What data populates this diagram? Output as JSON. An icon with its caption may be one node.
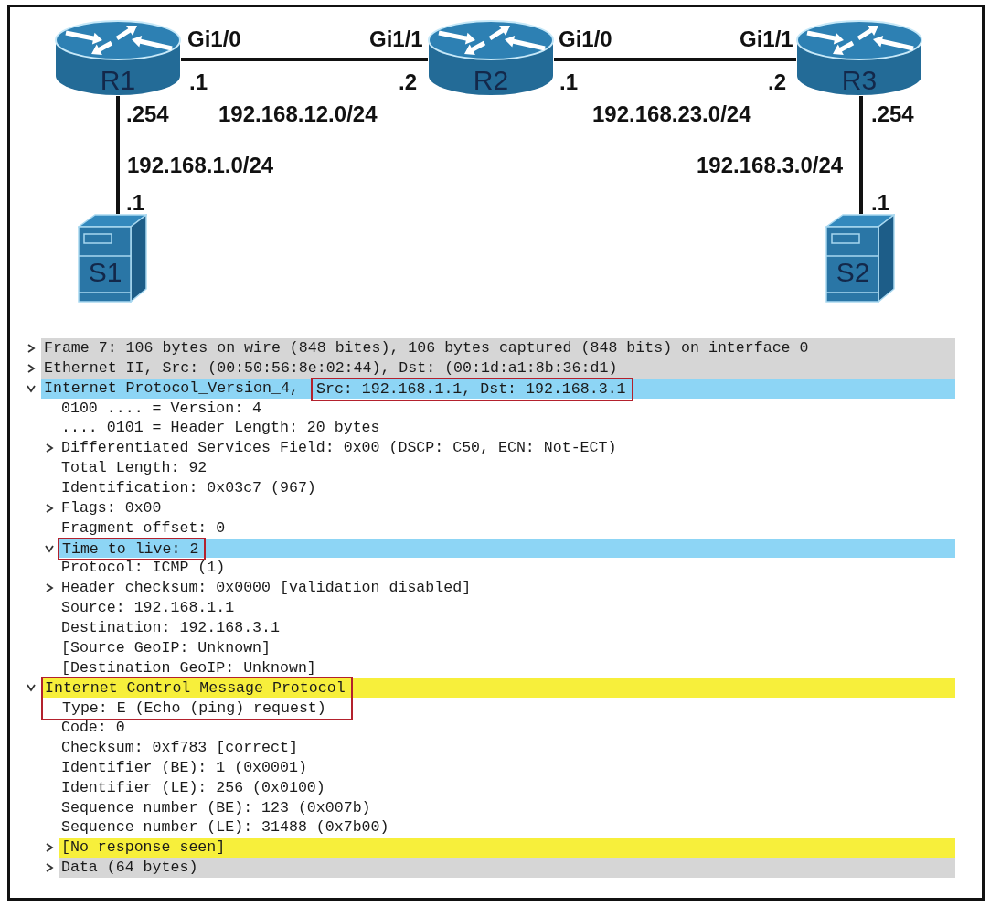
{
  "diagram": {
    "nodes": [
      {
        "text": [
          "R1"
        ],
        "beside": [
          "Gi1/0",
          ".1",
          ".254"
        ]
      },
      {
        "text": [
          "R2"
        ],
        "beside": [
          "Gi1/1",
          ".2",
          "Gi1/0",
          ".1"
        ]
      },
      {
        "text": [
          "R3"
        ],
        "beside": [
          "Gi1/1",
          ".2",
          ".254"
        ]
      },
      {
        "text": [
          "S1"
        ],
        "beside": [
          ".1"
        ]
      },
      {
        "text": [
          "S2"
        ],
        "beside": [
          ".1"
        ]
      },
      {
        "text": [
          "Src: 192.168.1.1, Dst: 192.168.3.1"
        ]
      },
      {
        "text": [
          "Time to live: 2"
        ]
      },
      {
        "text": [
          "Internet Control Message Protocol",
          "Type: E (Echo (ping) request)"
        ]
      }
    ],
    "edges": [
      {
        "from": 0,
        "to": 1,
        "arrow": "none",
        "label": "192.168.12.0/24"
      },
      {
        "from": 1,
        "to": 2,
        "arrow": "none",
        "label": "192.168.23.0/24"
      },
      {
        "from": 0,
        "to": 3,
        "arrow": "none",
        "label": "192.168.1.0/24"
      },
      {
        "from": 2,
        "to": 4,
        "arrow": "none",
        "label": "192.168.3.0/24"
      }
    ],
    "labels": [
      "Frame 7: 106 bytes on wire (848 bites), 106 bytes captured (848 bits) on interface 0",
      "Ethernet II, Src: (00:50:56:8e:02:44), Dst: (00:1d:a1:8b:36:d1)",
      "Internet Protocol_Version_4,",
      "0100 .... = Version: 4",
      ".... 0101 = Header Length: 20 bytes",
      "Differentiated Services Field: 0x00 (DSCP: C50, ECN: Not-ECT)",
      "Total Length: 92",
      "Identification: 0x03c7 (967)",
      "Flags: 0x00",
      "Fragment offset: 0",
      "Protocol: ICMP (1)",
      "Header checksum: 0x0000 [validation disabled]",
      "Source: 192.168.1.1",
      "Destination: 192.168.3.1",
      "[Source GeoIP: Unknown]",
      "[Destination GeoIP: Unknown]",
      "Code: 0",
      "Checksum: 0xf783 [correct]",
      "Identifier (BE): 1 (0x0001)",
      "Identifier (LE): 256 (0x0100)",
      "Sequence number (BE): 123 (0x007b)",
      "Sequence number (LE): 31488 (0x7b00)",
      "[No response seen]",
      "Data (64 bytes)"
    ]
  }
}
